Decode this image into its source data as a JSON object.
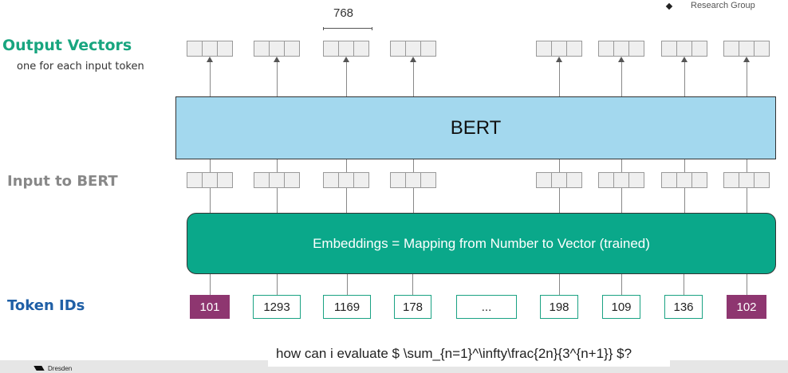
{
  "header": {
    "logo_text": "Research Group",
    "dimension_label": "768"
  },
  "labels": {
    "output_vectors": "Output Vectors",
    "output_subtitle": "one for each input token",
    "input_to_bert": "Input to BERT",
    "token_ids": "Token IDs"
  },
  "bert_label": "BERT",
  "embeddings_label": "Embeddings = Mapping from Number to Vector (trained)",
  "tokens": [
    "101",
    "1293",
    "1169",
    "178",
    "...",
    "198",
    "109",
    "136",
    "102"
  ],
  "special_tokens": [
    "101",
    "102"
  ],
  "caption": "how can i evaluate $ \\sum_{n=1}^\\infty\\frac{2n}{3^{n+1}} $?",
  "footer": {
    "logo_text": "Dresden"
  },
  "colors": {
    "bert": "#a3d8ee",
    "embeddings": "#0aa88a",
    "special_token": "#8e3670",
    "output_label": "#18a57f",
    "input_label": "#888888",
    "token_label": "#1f5fa6"
  }
}
